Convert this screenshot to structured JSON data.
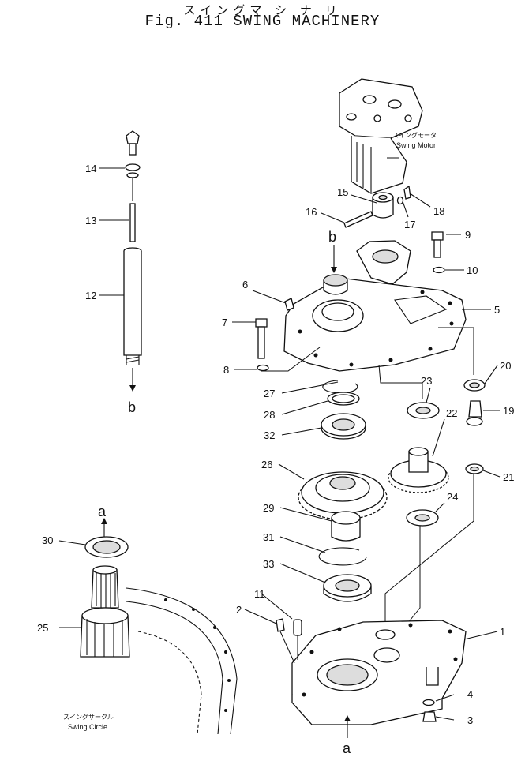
{
  "title": {
    "japanese": "スイングマ シ ナ リ",
    "english": "Fig. 411 SWING MACHINERY"
  },
  "labels": {
    "swing_motor_jp": "スイングモータ",
    "swing_motor_en": "Swing Motor",
    "swing_circle_jp": "スイングサークル",
    "swing_circle_en": "Swing Circle"
  },
  "letters": {
    "a": "a",
    "b": "b"
  },
  "callouts": {
    "n1": "1",
    "n2": "2",
    "n3": "3",
    "n4": "4",
    "n5": "5",
    "n6": "6",
    "n7": "7",
    "n8": "8",
    "n9": "9",
    "n10": "10",
    "n11": "11",
    "n12": "12",
    "n13": "13",
    "n14": "14",
    "n15": "15",
    "n16": "16",
    "n17": "17",
    "n18": "18",
    "n19": "19",
    "n20": "20",
    "n21": "21",
    "n22": "22",
    "n23": "23",
    "n24": "24",
    "n25": "25",
    "n26": "26",
    "n27": "27",
    "n28": "28",
    "n29": "29",
    "n30": "30",
    "n31": "31",
    "n32": "32",
    "n33": "33"
  }
}
